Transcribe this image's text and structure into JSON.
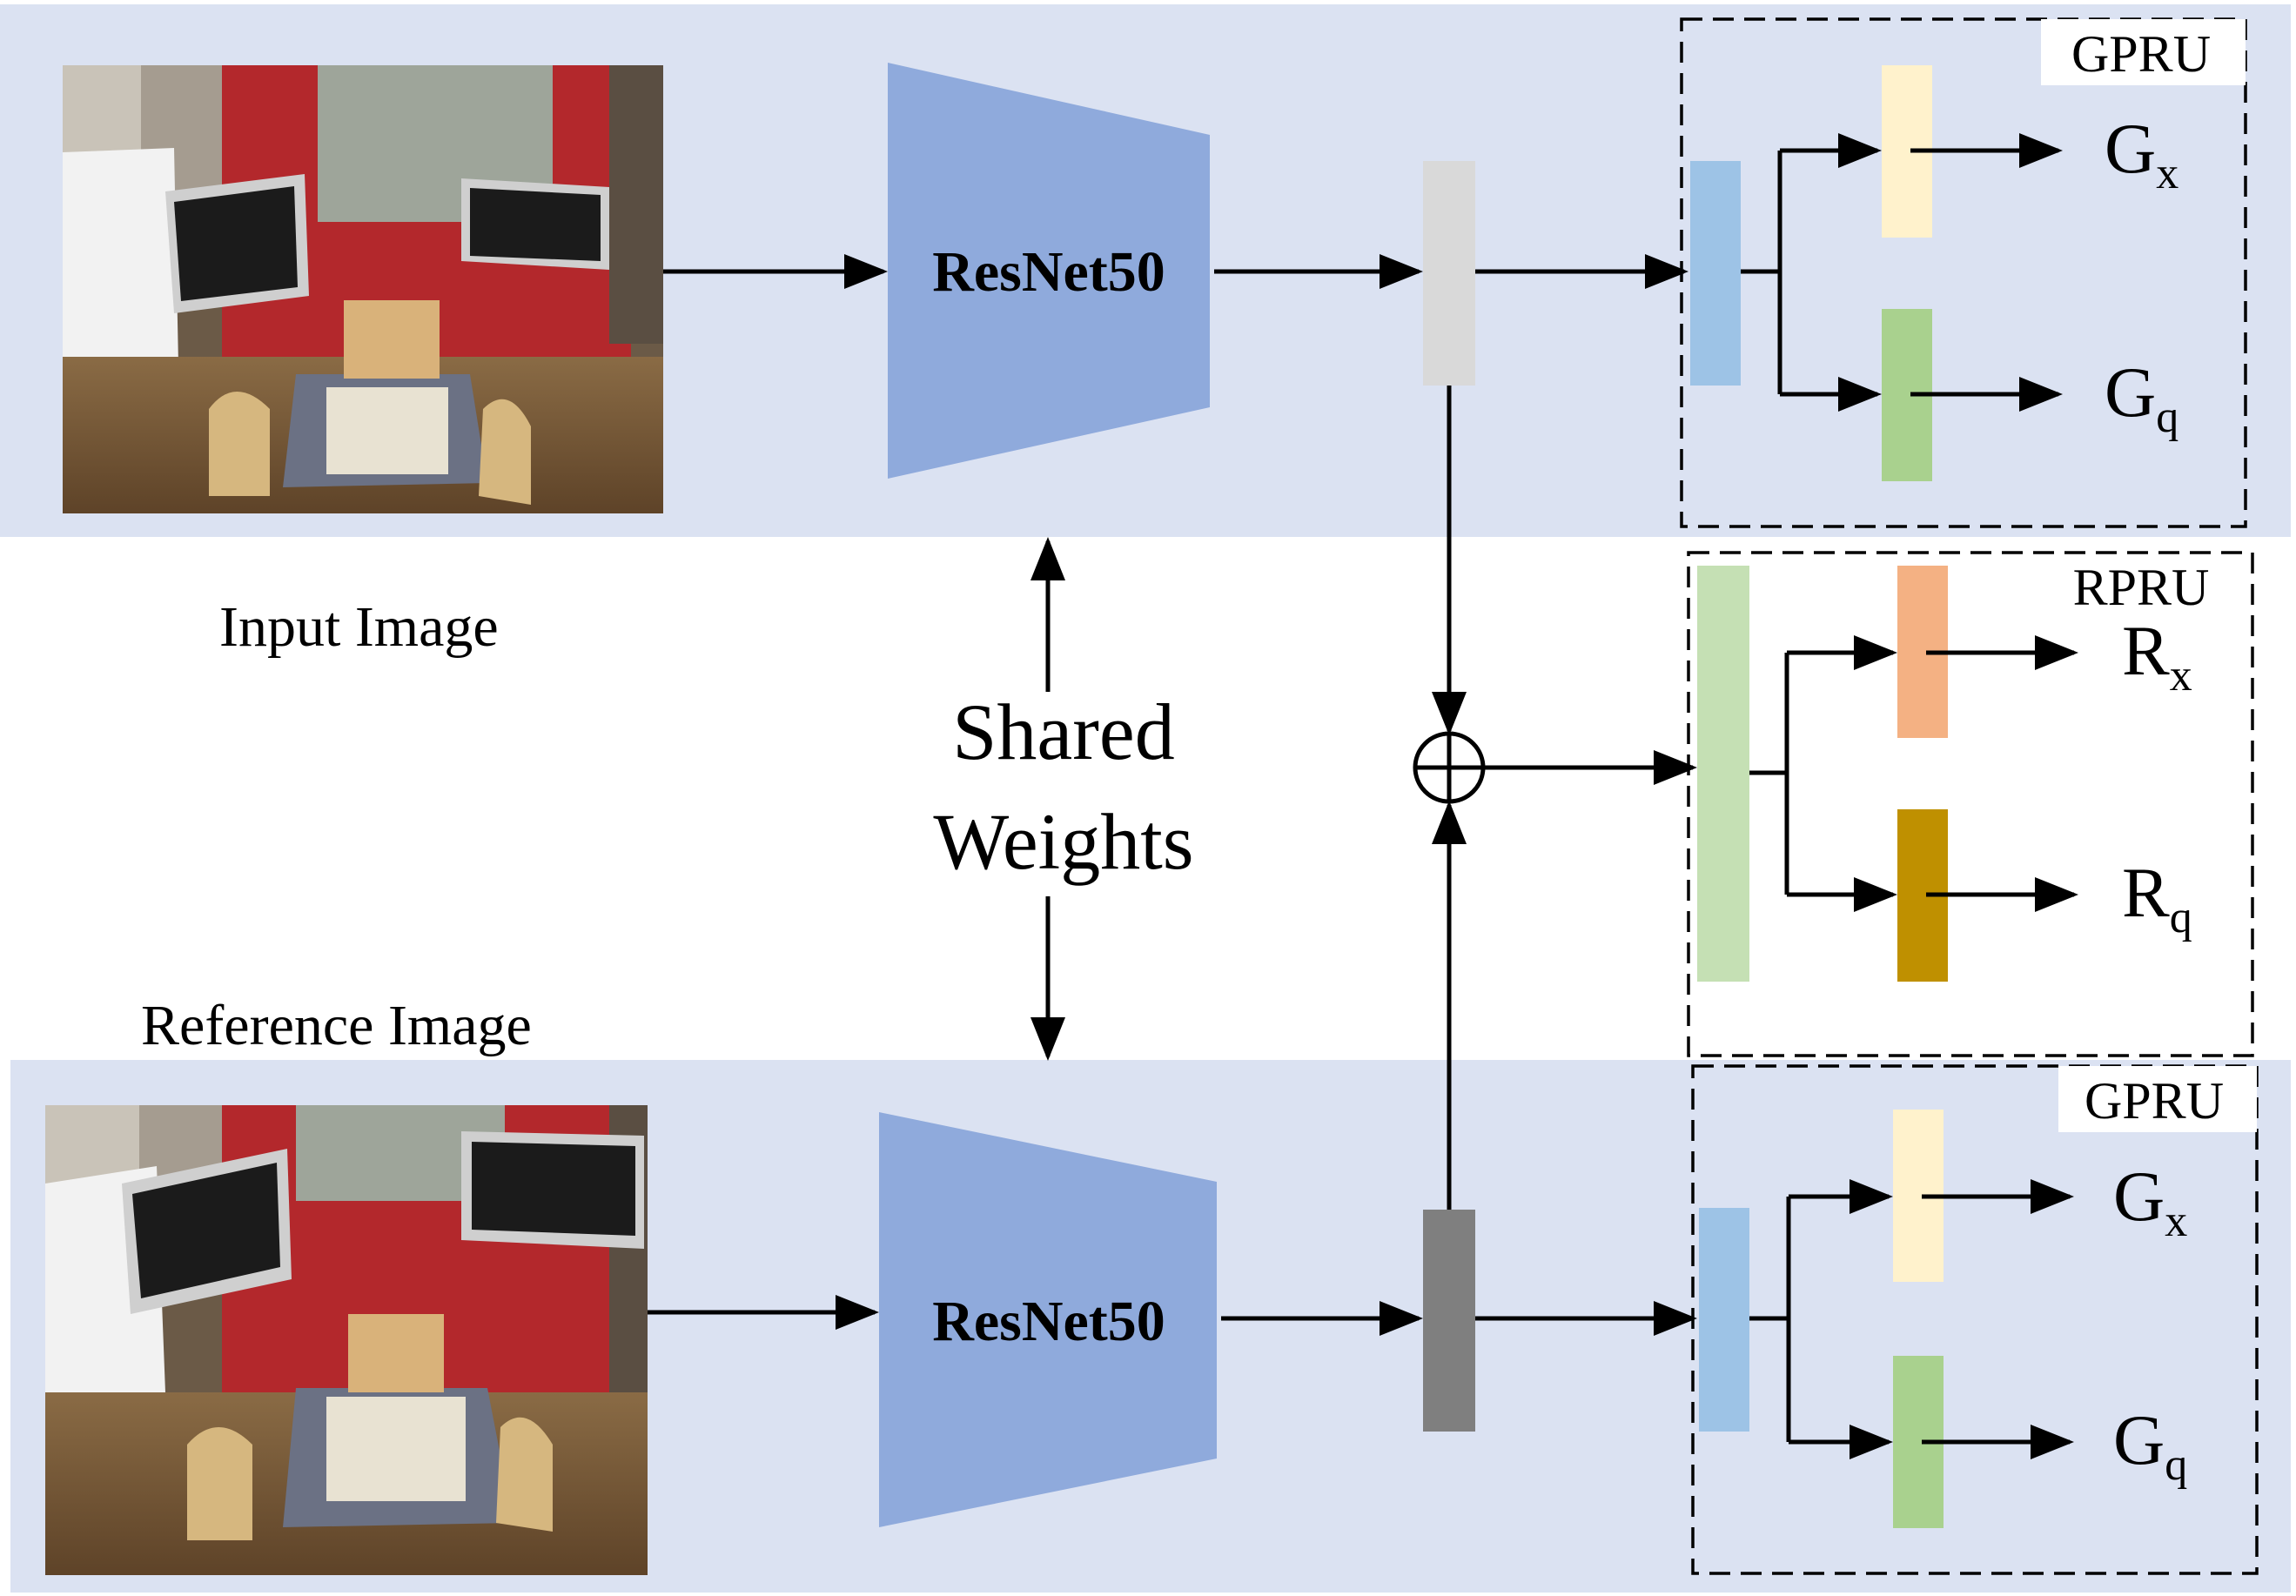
{
  "labels": {
    "input_image": "Input Image",
    "reference_image": "Reference Image",
    "shared_line1": "Shared",
    "shared_line2": "Weights",
    "backbone_top": "ResNet50",
    "backbone_bottom": "ResNet50"
  },
  "modules": {
    "gpru_top": {
      "title": "GPRU",
      "out_pos": "G",
      "out_pos_sub": "x",
      "out_rot": "G",
      "out_rot_sub": "q"
    },
    "rpru": {
      "title": "RPRU",
      "out_pos": "R",
      "out_pos_sub": "x",
      "out_rot": "R",
      "out_rot_sub": "q"
    },
    "gpru_bottom": {
      "title": "GPRU",
      "out_pos": "G",
      "out_pos_sub": "x",
      "out_rot": "G",
      "out_rot_sub": "q"
    }
  },
  "colors": {
    "band": "#dbe2f2",
    "backbone": "#8faadc",
    "feature_top": "#d9d9d9",
    "feature_bottom": "#7f7f7f",
    "fc_blue": "#9dc3e6",
    "pos_yellow": "#fff2cc",
    "rot_green": "#a9d18e",
    "rpru_fc": "#c5e0b4",
    "rpru_pos": "#f4b183",
    "rpru_rot": "#bf9000"
  },
  "icons": {
    "fusion": "circled-plus-icon",
    "arrows": "arrow-head-icon"
  }
}
